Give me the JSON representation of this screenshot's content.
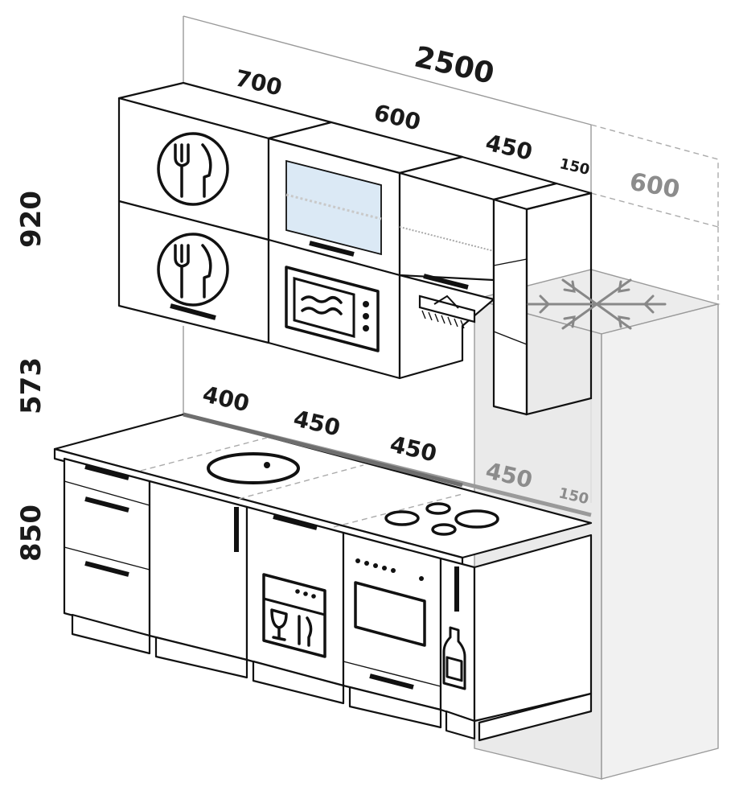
{
  "dimensions": {
    "total_width": "2500",
    "upper": [
      "700",
      "600",
      "450",
      "150"
    ],
    "fridge_depth": "600",
    "lower": [
      "400",
      "450",
      "450",
      "450",
      "150"
    ],
    "heights": [
      "920",
      "573",
      "850"
    ]
  },
  "colors": {
    "lines": "#111111",
    "grey_labels": "#8c8c8c",
    "fridge_fill": "#ececec",
    "glass_fill": "#dbe9f5",
    "backsplash_bar": "#9a9a9a"
  },
  "icons": [
    "fork-knife-icon",
    "microwave-icon",
    "hood-icon",
    "snowflake-icon",
    "hob-icon",
    "dishwasher-icon",
    "oven-icon",
    "bottle-icon"
  ]
}
